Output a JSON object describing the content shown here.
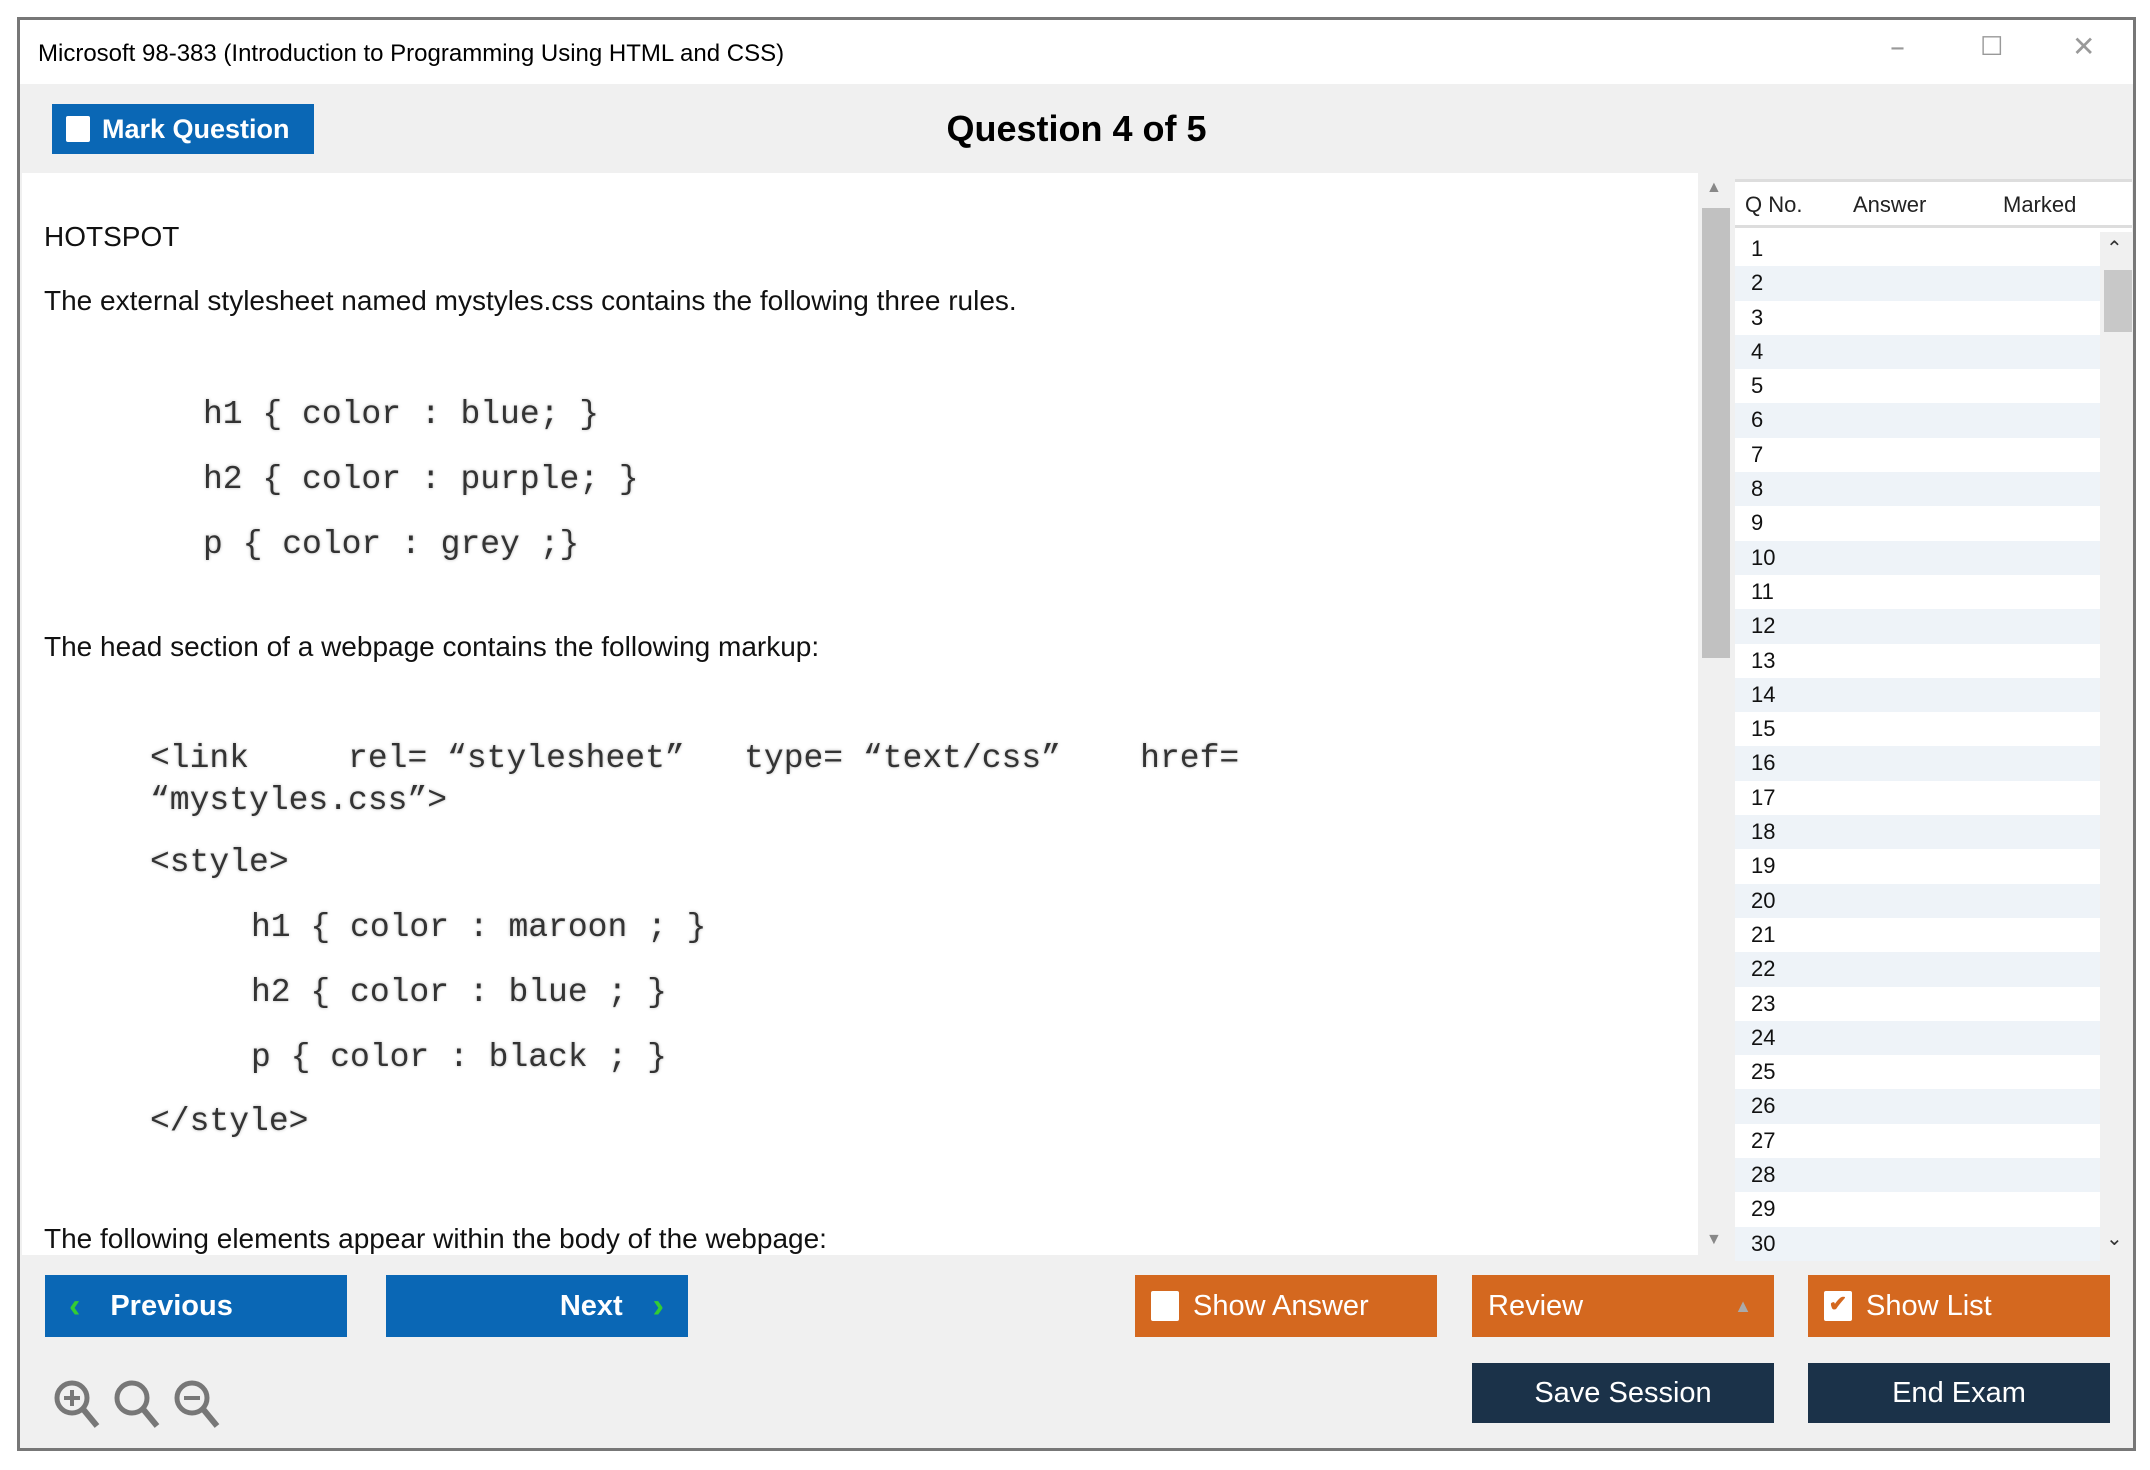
{
  "window": {
    "title": "Microsoft 98-383 (Introduction to Programming Using HTML and CSS)"
  },
  "header": {
    "mark_label": "Mark Question",
    "question_title": "Question 4 of 5"
  },
  "question": {
    "type": "HOTSPOT",
    "intro": "The external stylesheet named mystyles.css contains the following three rules.",
    "external_rules": [
      "h1 { color : blue; }",
      "h2 { color : purple; }",
      "p { color : grey ;}"
    ],
    "head_intro": "The head section of a webpage contains the following markup:",
    "markup": [
      "<link     rel= “stylesheet”   type= “text/css”    href=",
      "“mystyles.css”>",
      "<style>",
      "h1 { color : maroon ; }",
      "h2 { color : blue ; }",
      "p { color : black ; }",
      "</style>"
    ],
    "body_intro": "The following elements appear within the body of the webpage:"
  },
  "question_list": {
    "headers": [
      "Q No.",
      "Answer",
      "Marked"
    ],
    "rows": [
      "1",
      "2",
      "3",
      "4",
      "5",
      "6",
      "7",
      "8",
      "9",
      "10",
      "11",
      "12",
      "13",
      "14",
      "15",
      "16",
      "17",
      "18",
      "19",
      "20",
      "21",
      "22",
      "23",
      "24",
      "25",
      "26",
      "27",
      "28",
      "29",
      "30"
    ]
  },
  "footer": {
    "previous": "Previous",
    "next": "Next",
    "show_answer": "Show Answer",
    "review": "Review",
    "show_list": "Show List",
    "show_list_checked": true,
    "save_session": "Save Session",
    "end_exam": "End Exam"
  },
  "colors": {
    "blue": "#0a67b5",
    "orange": "#d4681f",
    "navy": "#1b3249"
  }
}
